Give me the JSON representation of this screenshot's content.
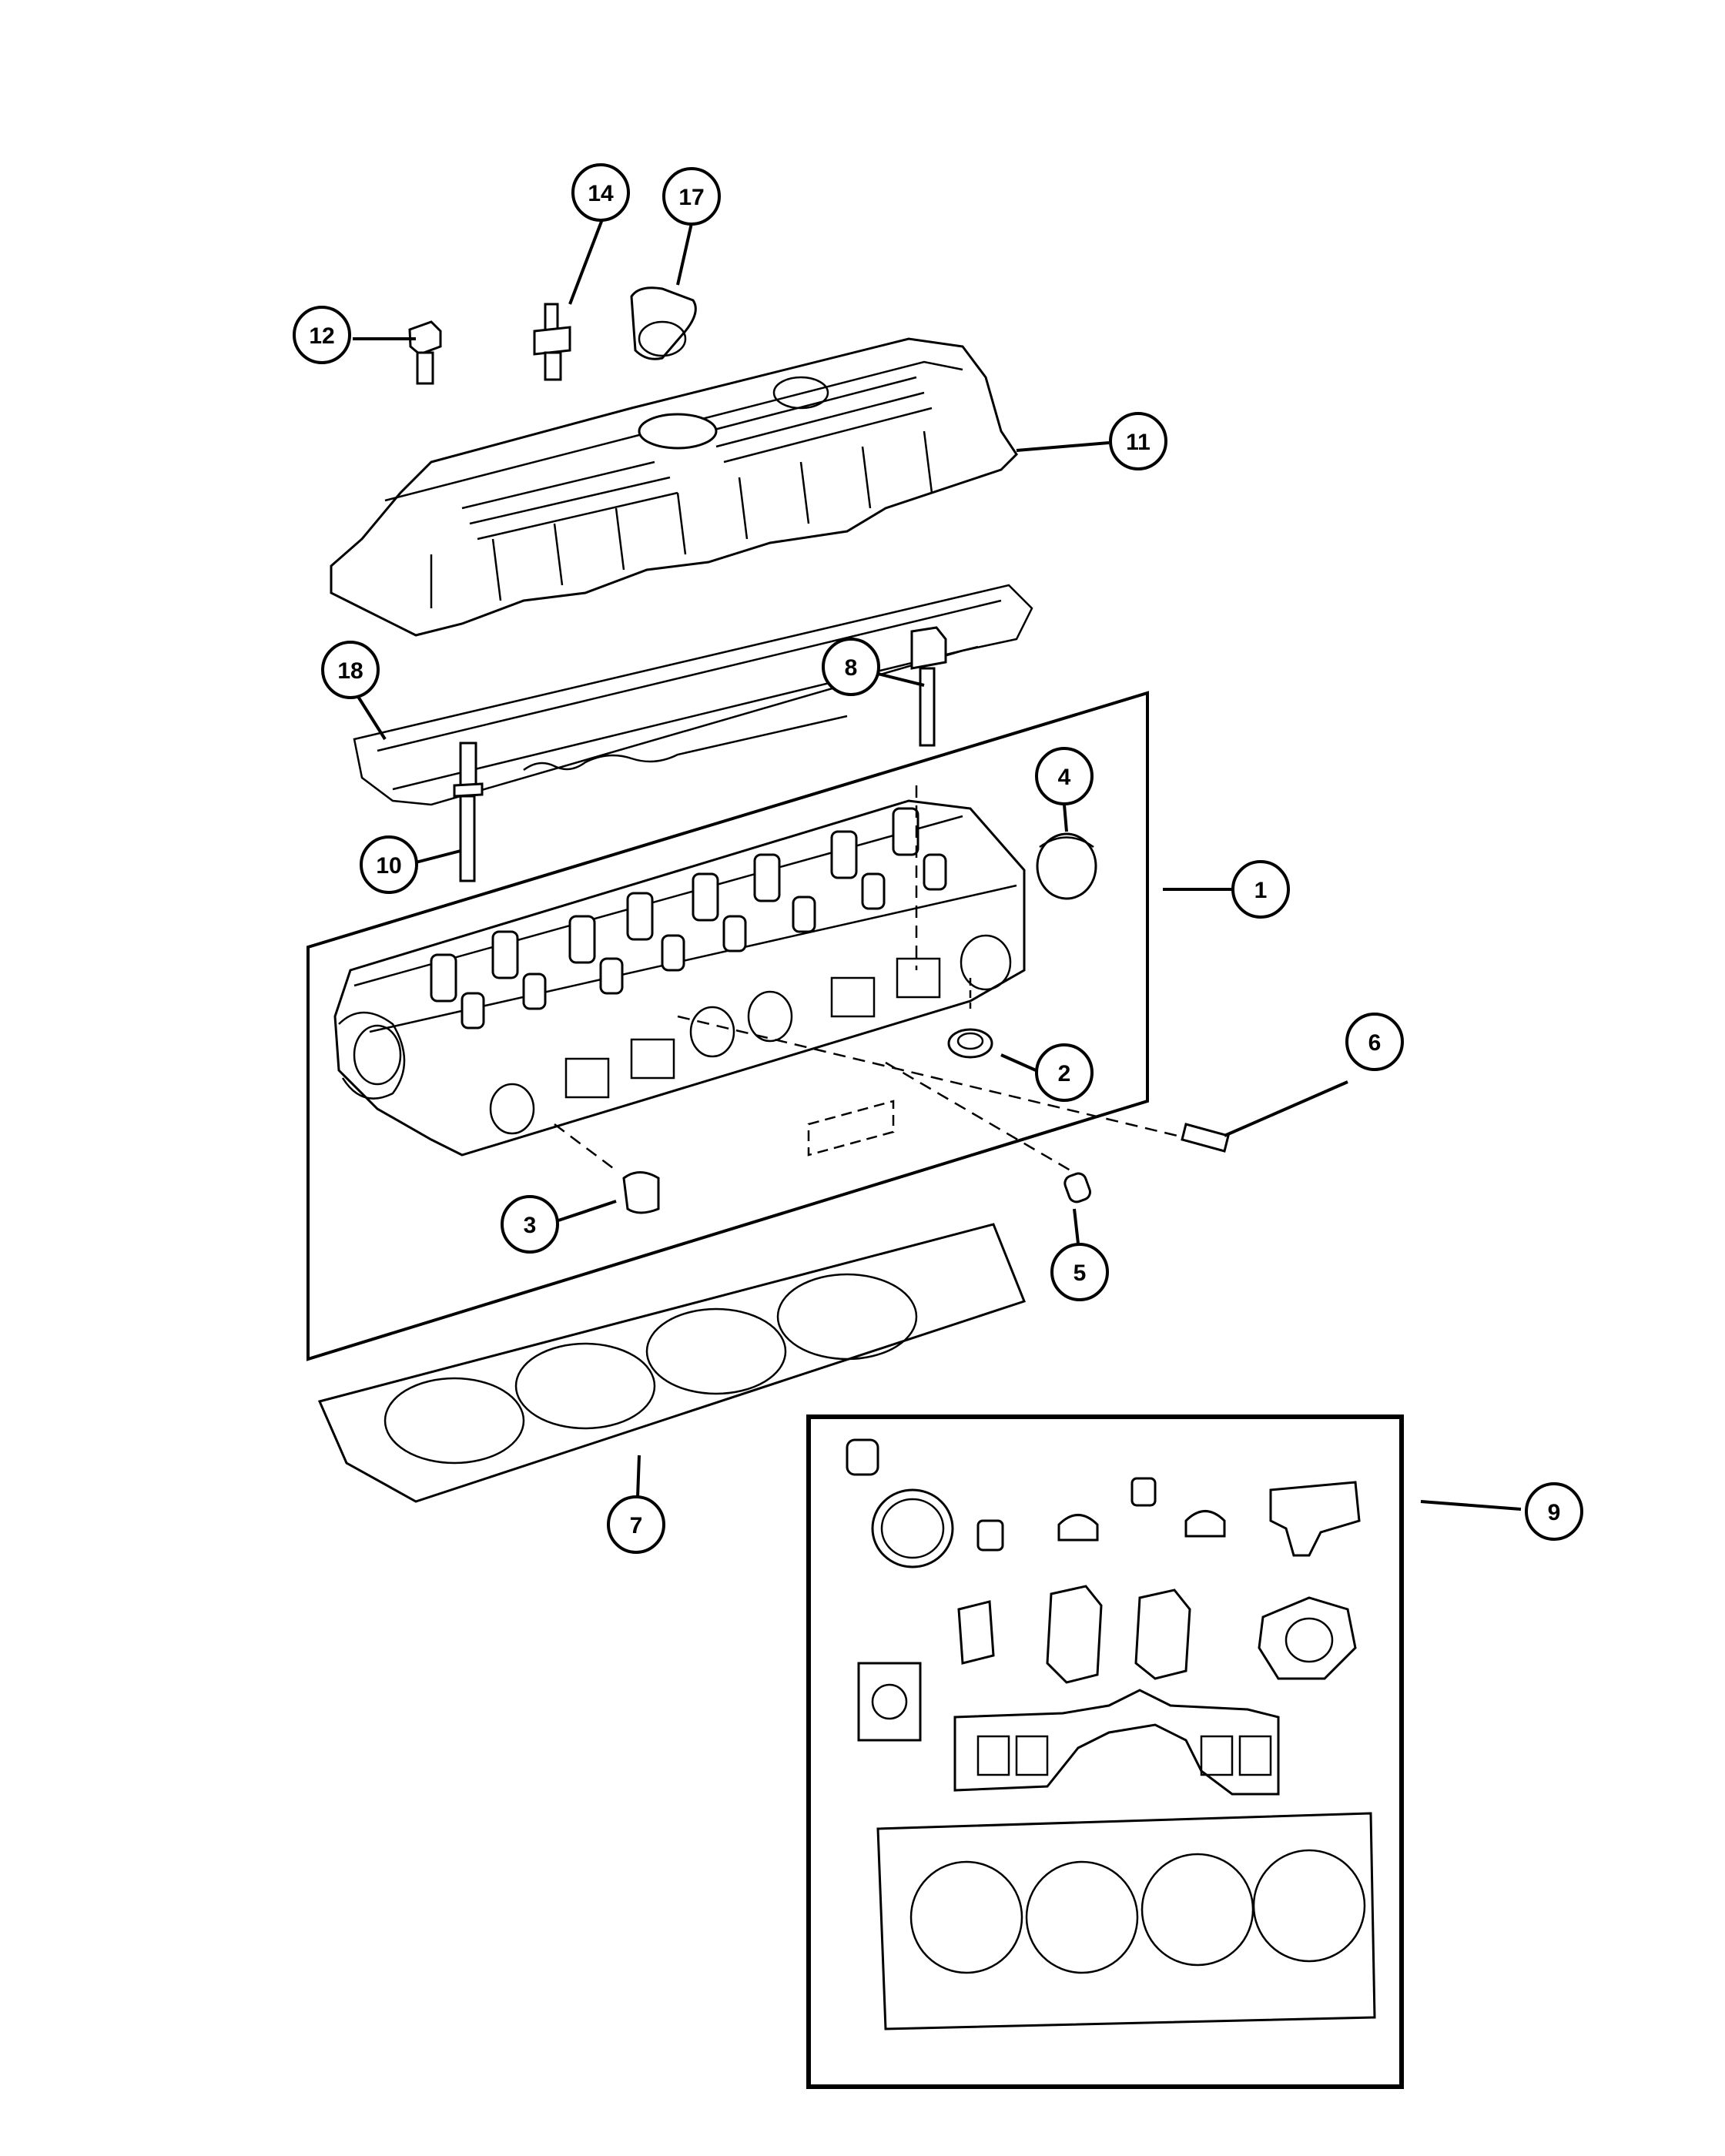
{
  "callouts": [
    {
      "id": "c1",
      "number": "1"
    },
    {
      "id": "c2",
      "number": "2"
    },
    {
      "id": "c3",
      "number": "3"
    },
    {
      "id": "c4",
      "number": "4"
    },
    {
      "id": "c5",
      "number": "5"
    },
    {
      "id": "c6",
      "number": "6"
    },
    {
      "id": "c7",
      "number": "7"
    },
    {
      "id": "c8",
      "number": "8"
    },
    {
      "id": "c9",
      "number": "9"
    },
    {
      "id": "c10",
      "number": "10"
    },
    {
      "id": "c11",
      "number": "11"
    },
    {
      "id": "c12",
      "number": "12"
    },
    {
      "id": "c14",
      "number": "14"
    },
    {
      "id": "c17",
      "number": "17"
    },
    {
      "id": "c18",
      "number": "18"
    }
  ]
}
